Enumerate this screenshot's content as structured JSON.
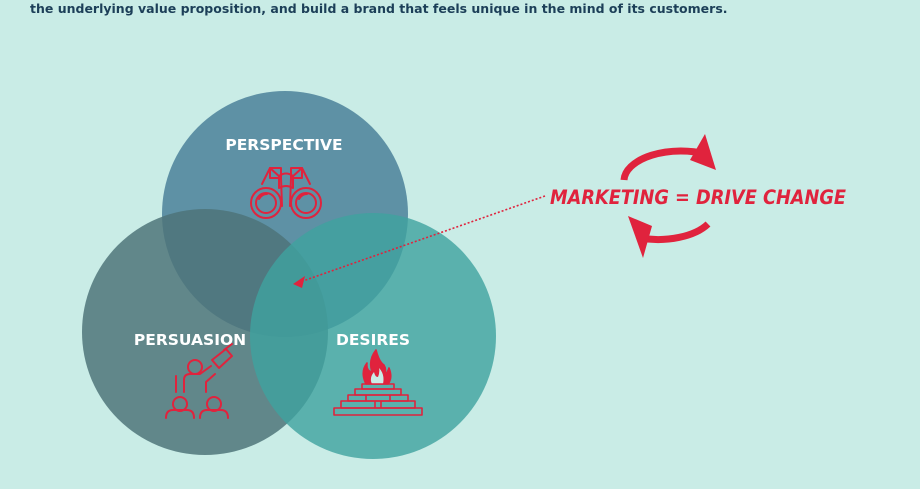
{
  "intro_text": "the underlying value proposition, and build a brand that feels unique in the mind of its customers.",
  "circles": {
    "perspective": {
      "label": "PERSPECTIVE",
      "icon": "binoculars-icon"
    },
    "persuasion": {
      "label": "PERSUASION",
      "icon": "speaker-audience-icon"
    },
    "desires": {
      "label": "DESIRES",
      "icon": "fire-altar-icon"
    }
  },
  "tagline": "MARKETING = DRIVE CHANGE",
  "colors": {
    "background": "#c9ece6",
    "accent_red": "#e0233d",
    "text_dark": "#1c3f58",
    "perspective_fill": "#4a7f98",
    "persuasion_fill": "#4e7378",
    "desires_fill": "#3fa39f"
  }
}
